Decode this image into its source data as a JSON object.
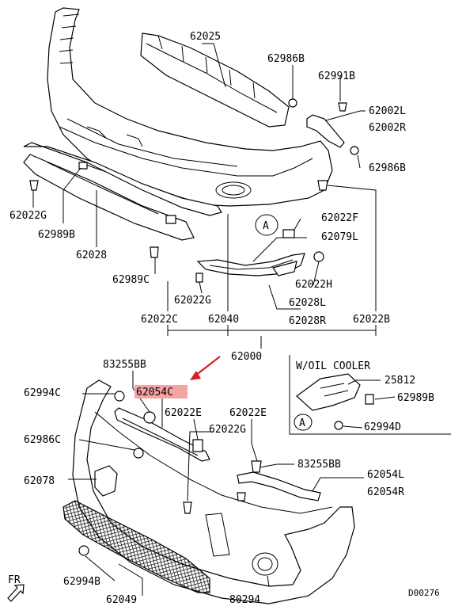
{
  "diagram": {
    "labels": {
      "p62025": "62025",
      "p62986B_top": "62986B",
      "p62991B": "62991B",
      "p62002L": "62002L",
      "p62002R": "62002R",
      "p62986B_right": "62986B",
      "p62022G_left": "62022G",
      "p62989B": "62989B",
      "p62028": "62028",
      "p62022F": "62022F",
      "p62079L": "62079L",
      "p62022H": "62022H",
      "p62989C": "62989C",
      "p62022G_mid": "62022G",
      "p62028L": "62028L",
      "p62028R": "62028R",
      "p62022C": "62022C",
      "p62040": "62040",
      "p62022B": "62022B",
      "p62000": "62000",
      "p83255BB_top": "83255BB",
      "p62994C": "62994C",
      "p62054C": "62054C",
      "p62022E_a": "62022E",
      "p62022E_b": "62022E",
      "p62986C": "62986C",
      "p62022G_low": "62022G",
      "p62078": "62078",
      "p83255BB_right": "83255BB",
      "p62054L": "62054L",
      "p62054R": "62054R",
      "p62994B": "62994B",
      "p62049": "62049",
      "p80294": "80294",
      "oil_cooler_title": "W/OIL COOLER",
      "p25812": "25812",
      "p62989B_box": "62989B",
      "p62994D": "62994D",
      "callout_A": "A",
      "fr": "FR",
      "doc_id": "D00276"
    },
    "highlight_color": "#f5a3a3",
    "arrow_color": "#d42020"
  }
}
